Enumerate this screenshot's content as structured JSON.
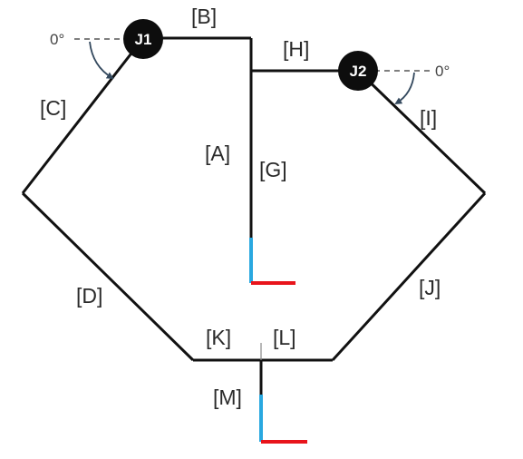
{
  "colors": {
    "link": "#111111",
    "axis_vertical": "#29a8e0",
    "axis_horizontal": "#e8141b",
    "joint_fill": "#0d0d0d",
    "joint_text": "#ffffff",
    "angle_arrow": "#34495e",
    "dashed_reference": "#555555"
  },
  "joints": {
    "j1": "J1",
    "j2": "J2"
  },
  "angle_references": {
    "j1": "0°",
    "j2": "0°"
  },
  "segment_labels": {
    "a": "[A]",
    "b": "[B]",
    "c": "[C]",
    "d": "[D]",
    "g": "[G]",
    "h": "[H]",
    "i": "[I]",
    "j": "[J]",
    "k": "[K]",
    "l": "[L]",
    "m": "[M]"
  }
}
